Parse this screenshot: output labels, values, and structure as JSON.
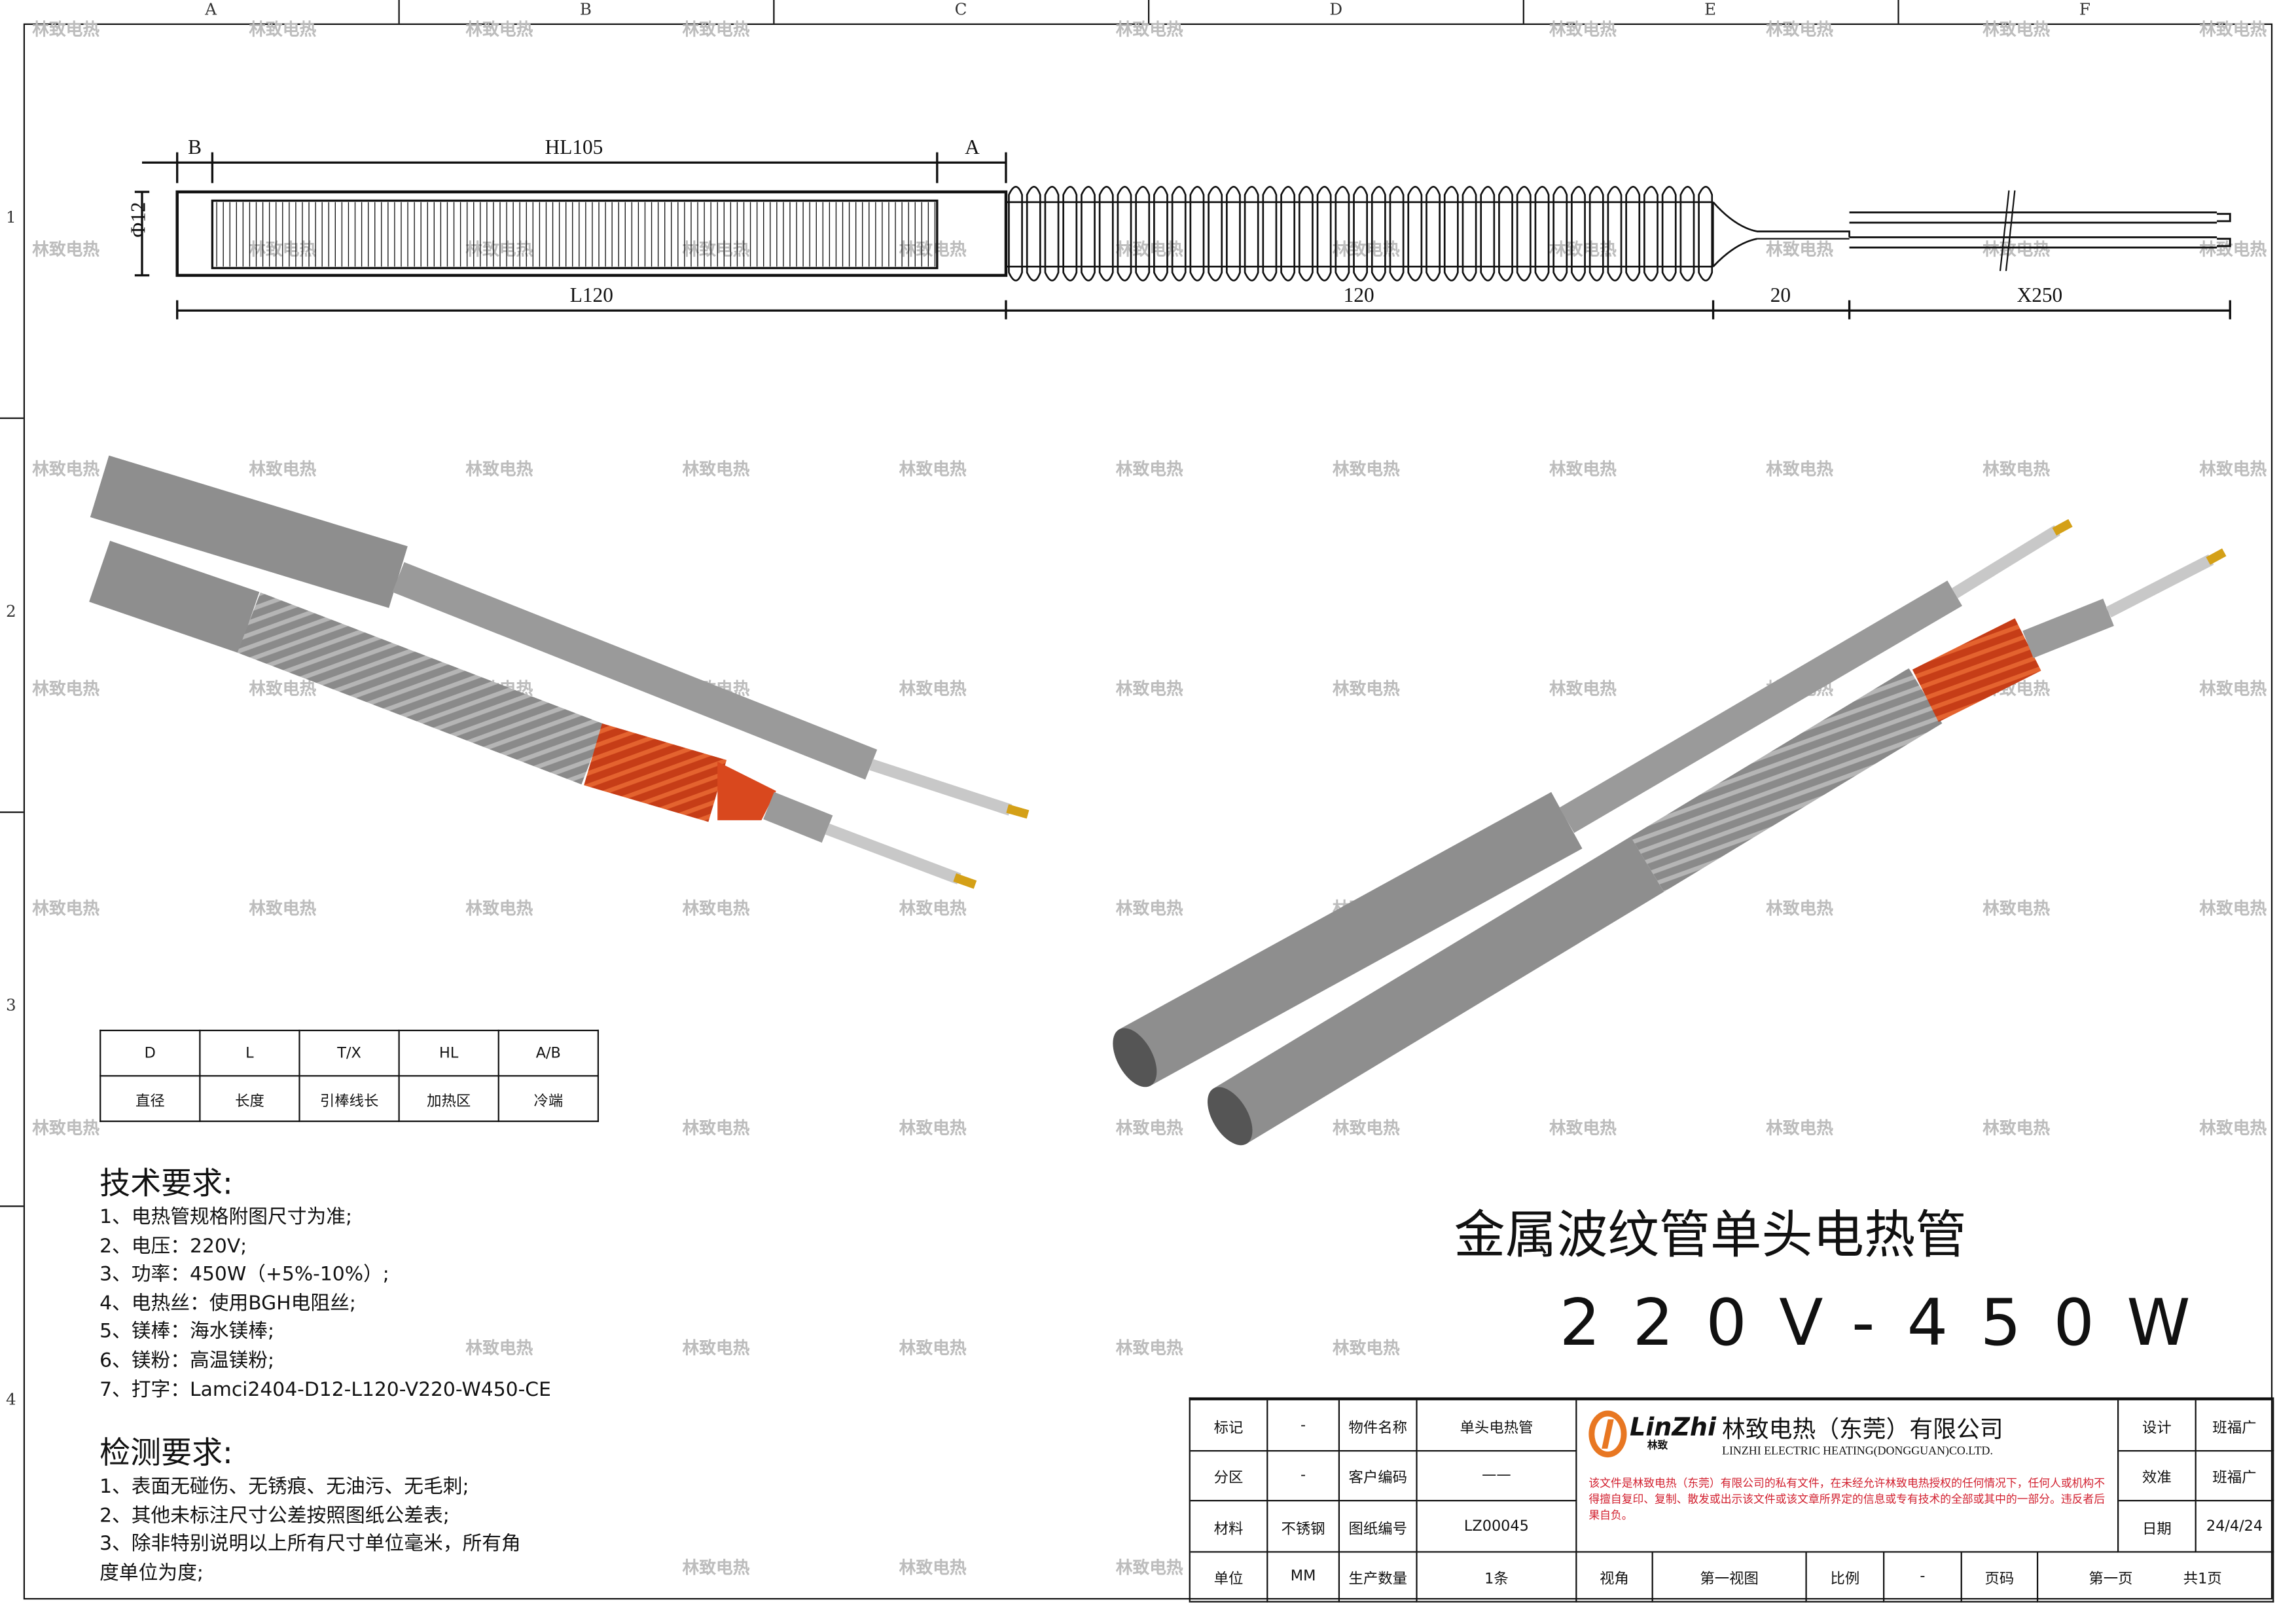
{
  "watermark": "林致电热",
  "zones": {
    "columns": [
      "A",
      "B",
      "C",
      "D",
      "E",
      "F"
    ],
    "rows": [
      "1",
      "2",
      "3",
      "4"
    ]
  },
  "dimensions": {
    "b": "B",
    "hl": "HL105",
    "a": "A",
    "dia": "Φ12",
    "l": "L120",
    "corrugated": "120",
    "taper": "20",
    "lead": "X250"
  },
  "spec_table": {
    "codes": [
      "D",
      "L",
      "T/X",
      "HL",
      "A/B"
    ],
    "meanings": [
      "直径",
      "长度",
      "引棒线长",
      "加热区",
      "冷端"
    ]
  },
  "tech_requirements": {
    "heading": "技术要求:",
    "items": [
      "1、电热管规格附图尺寸为准;",
      "2、电压：220V;",
      "3、功率：450W（+5%-10%）;",
      "4、电热丝：使用BGH电阻丝;",
      "5、镁棒：海水镁棒;",
      "6、镁粉：高温镁粉;",
      "7、打字：Lamci2404-D12-L120-V220-W450-CE"
    ]
  },
  "inspection_requirements": {
    "heading": "检测要求:",
    "items": [
      "1、表面无碰伤、无锈痕、无油污、无毛刺;",
      "2、其他未标注尺寸公差按照图纸公差表;",
      "3、除非特别说明以上所有尺寸单位毫米，所有角",
      "度单位为度;"
    ]
  },
  "product_title": "金属波纹管单头电热管",
  "rating": "220V-450W",
  "title_block": {
    "mark_label": "标记",
    "mark": "-",
    "part_name_label": "物件名称",
    "part_name": "单头电热管",
    "zone_label": "分区",
    "zone": "-",
    "customer_code_label": "客户编码",
    "customer_code": "——",
    "material_label": "材料",
    "material": "不锈钢",
    "drawing_no_label": "图纸编号",
    "drawing_no": "LZ00045",
    "unit_label": "单位",
    "unit": "MM",
    "qty_label": "生产数量",
    "qty": "1条",
    "view_label": "视角",
    "view": "第一视图",
    "scale_label": "比例",
    "scale": "-",
    "page_label": "页码",
    "page": "第一页",
    "total": "共1页",
    "design_label": "设计",
    "design": "班福广",
    "check_label": "效准",
    "check": "班福广",
    "date_label": "日期",
    "date": "24/4/24",
    "logo_text": "LinZhi",
    "logo_sub": "林致",
    "company": "林致电热（东莞）有限公司",
    "company_en": "LINZHI ELECTRIC HEATING(DONGGUAN)CO.LTD.",
    "notice": "该文件是林致电热（东莞）有限公司的私有文件，在未经允许林致电热授权的任何情况下，任何人或机构不得擅自复印、复制、散发或出示该文件或该文章所界定的信息或专有技术的全部或其中的一部分。违反者后果自负。",
    "accent": "#e87722",
    "notice_color": "#d2202f"
  },
  "colors": {
    "tube": "#8e8e8e",
    "orange": "#d9481e",
    "pin": "#d4a017"
  }
}
